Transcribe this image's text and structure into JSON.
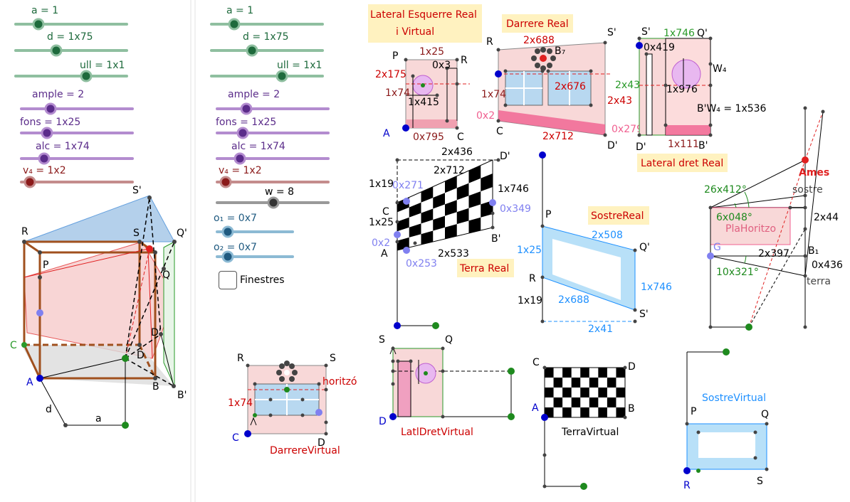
{
  "colors": {
    "green_slider": "#8fbfa0",
    "purple_slider": "#b38ccf",
    "brown_slider": "#c48c8c",
    "gray_slider": "#888888",
    "blue_slider": "#8cbad4",
    "red_title_bg": "#fff2c0",
    "pink_fill": "#f8d8d8",
    "blue_fill": "#b8d8f0",
    "light_blue": "#1e90ff"
  },
  "sliders_left": [
    {
      "label": "a = 1"
    },
    {
      "label": "d = 1x75"
    },
    {
      "label": "ull = 1x1"
    },
    {
      "label": "ample = 2"
    },
    {
      "label": "fons = 1x25"
    },
    {
      "label": "alc = 1x74"
    },
    {
      "label": "v₄ = 1x2"
    }
  ],
  "sliders_mid": [
    {
      "label": "a = 1"
    },
    {
      "label": "d = 1x75"
    },
    {
      "label": "ull = 1x1"
    },
    {
      "label": "ample = 2"
    },
    {
      "label": "fons = 1x25"
    },
    {
      "label": "alc = 1x74"
    },
    {
      "label": "v₄ = 1x2"
    },
    {
      "label": "w = 8"
    },
    {
      "label": "o₁ = 0x7"
    },
    {
      "label": "o₂ = 0x7"
    }
  ],
  "checkbox": {
    "label": "Finestres"
  },
  "titles": {
    "lateral_esquerre": "Lateral Esquerre Real",
    "lateral_esquerre_2": "i Virtual",
    "darrere_real": "Darrere Real",
    "lateral_dret_real": "Lateral dret Real",
    "terra_real": "Terra Real",
    "sostre_real": "SostreReal",
    "pla_horitzo": "PlaHoritzo",
    "darrere_virtual": "DarrereVirtual",
    "horitzo": "horitzó",
    "latl_dret_virtual": "LatlDretVirtual",
    "terra_virtual": "TerraVirtual",
    "sostre_virtual": "SostreVirtual",
    "ames": "Ames",
    "sostre": "sostre",
    "terra": "terra"
  },
  "labels": {
    "p1": "P",
    "r1": "R",
    "c1": "C",
    "a1": "A",
    "m_1x25": "1x25",
    "m_0x3": "0x3",
    "m_2x175": "2x175",
    "m_1x74": "1x74",
    "m_1x415": "1x415",
    "m_0x795": "0x795",
    "r2": "R",
    "s2": "S'",
    "b7": "B₇",
    "c2": "C",
    "d2": "D'",
    "m_2x688": "2x688",
    "m_2x676": "2x676",
    "m_1x74b": "1x74",
    "m_2x43": "2x43",
    "m_0x2": "0x2",
    "m_2x712": "2x712",
    "m_0x279": "0x279",
    "s3": "S'",
    "q3": "Q'",
    "w4": "W₄",
    "d3": "D'",
    "b3": "B'",
    "m_1x746": "1x746",
    "m_0x419": "0x419",
    "m_2x43b": "2x43",
    "m_1x976": "1x976",
    "m_bw4": "B'W₄ = 1x536",
    "m_1x111": "1x111",
    "d4": "D'",
    "c4": "C",
    "a4": "A",
    "b4": "B'",
    "m_2x436": "2x436",
    "m_2x712b": "2x712",
    "m_1x19": "1x19",
    "m_0x271": "0x271",
    "m_1x746b": "1x746",
    "m_0x349": "0x349",
    "m_1x25b": "1x25",
    "m_0x2b": "0x2",
    "m_2x533": "2x533",
    "m_0x253": "0x253",
    "p5": "P",
    "q5": "Q'",
    "r5": "R",
    "s5": "S'",
    "m_2x508": "2x508",
    "m_1x25c": "1x25",
    "m_1x746c": "1x746",
    "m_2x688b": "2x688",
    "m_1x19b": "1x19",
    "m_2x41": "2x41",
    "m_26x412": "26x412°",
    "m_6x048": "6x048°",
    "m_2x44": "2x44",
    "g6": "G",
    "m_2x397": "2x397",
    "b1": "B₁",
    "m_0x436": "0x436",
    "m_10x321": "10x321°",
    "s_cube": "S'",
    "r_cube": "R",
    "s_cube2": "S",
    "q_cube": "Q'",
    "p_cube": "P",
    "q_cube2": "Q",
    "c_cube": "C",
    "d_cube": "D'",
    "d_cube2": "D",
    "a_cube": "A",
    "b_cube": "B",
    "b_cube2": "B'",
    "d_lbl": "d",
    "a_lbl": "a",
    "r7": "R",
    "s7": "S",
    "m_1x74c": "1x74",
    "c7": "C",
    "d7": "D",
    "s8": "S",
    "q8": "Q",
    "d8": "D",
    "c9": "C",
    "d9": "D",
    "a9": "A",
    "b9": "B",
    "p10": "P",
    "q10": "Q",
    "r10": "R",
    "s10": "S"
  }
}
